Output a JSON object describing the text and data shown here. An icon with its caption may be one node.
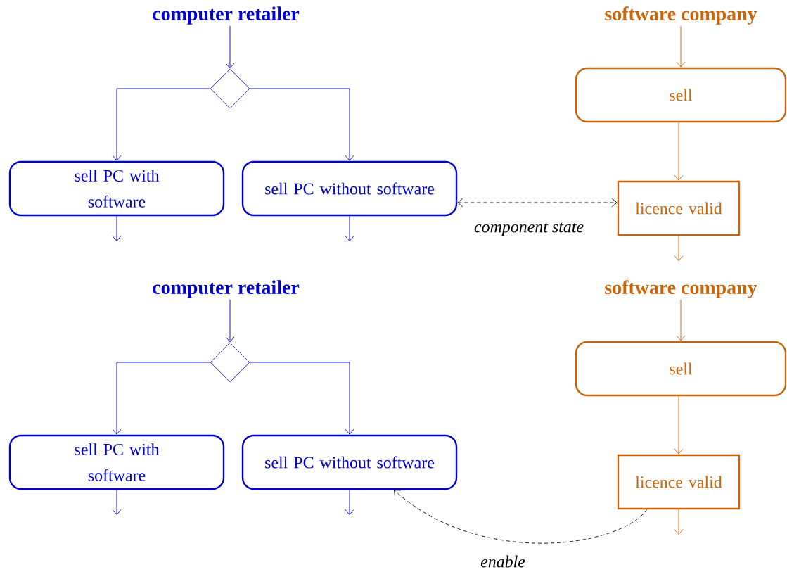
{
  "diagram": {
    "nodes": [
      {
        "text": [
          "computer retailer"
        ]
      },
      {
        "text": [],
        "shape": "diamond"
      },
      {
        "text": [
          "sell PC with software"
        ]
      },
      {
        "text": [
          "sell PC without software"
        ]
      },
      {
        "text": [
          "software company"
        ]
      },
      {
        "text": [
          "sell"
        ]
      },
      {
        "text": [
          "licence valid"
        ]
      },
      {
        "text": [
          "computer retailer"
        ]
      },
      {
        "text": [],
        "shape": "diamond"
      },
      {
        "text": [
          "sell PC with software"
        ]
      },
      {
        "text": [
          "sell PC without software"
        ]
      },
      {
        "text": [
          "software company"
        ]
      },
      {
        "text": [
          "sell"
        ]
      },
      {
        "text": [
          "licence valid"
        ]
      }
    ],
    "edges": [
      {
        "from": 0,
        "to": 1,
        "arrow": "to"
      },
      {
        "from": 1,
        "to": 2,
        "arrow": "to"
      },
      {
        "from": 1,
        "to": 3,
        "arrow": "to"
      },
      {
        "from": 2,
        "to": null,
        "arrow": "to"
      },
      {
        "from": 3,
        "to": null,
        "arrow": "to"
      },
      {
        "from": 4,
        "to": 5,
        "arrow": "to",
        "color": "#c8650a"
      },
      {
        "from": 5,
        "to": 6,
        "arrow": "to",
        "color": "#c8650a"
      },
      {
        "from": 6,
        "to": null,
        "arrow": "to",
        "color": "#c8650a"
      },
      {
        "from": 3,
        "to": 6,
        "arrow": "both",
        "label": "component state",
        "style": "dashed",
        "color": "#000000"
      },
      {
        "from": 7,
        "to": 8,
        "arrow": "to"
      },
      {
        "from": 8,
        "to": 9,
        "arrow": "to"
      },
      {
        "from": 8,
        "to": 10,
        "arrow": "to"
      },
      {
        "from": 9,
        "to": null,
        "arrow": "to"
      },
      {
        "from": 10,
        "to": null,
        "arrow": "to"
      },
      {
        "from": 11,
        "to": 12,
        "arrow": "to",
        "color": "#c8650a"
      },
      {
        "from": 12,
        "to": 13,
        "arrow": "to",
        "color": "#c8650a"
      },
      {
        "from": 13,
        "to": null,
        "arrow": "to",
        "color": "#c8650a"
      },
      {
        "from": 13,
        "to": 10,
        "arrow": "to",
        "label": "enable",
        "style": "dashed",
        "color": "#000000"
      }
    ]
  }
}
